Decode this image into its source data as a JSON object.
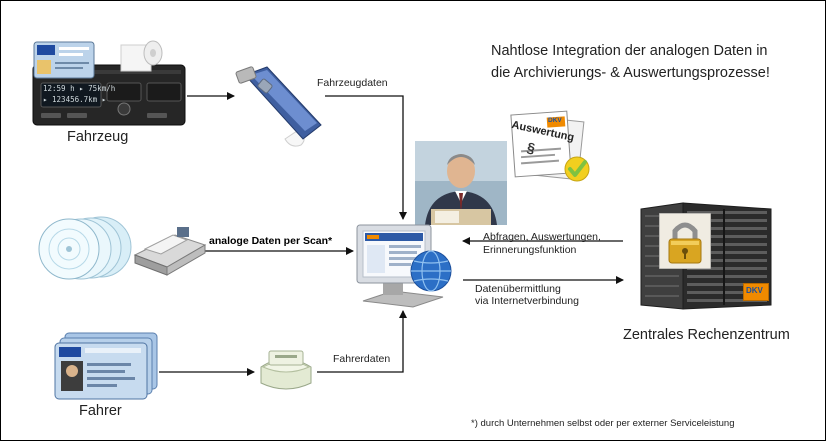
{
  "headline": {
    "line1": "Nahtlose Integration der analogen Daten in",
    "line2": "die Archivierungs- & Auswertungsprozesse!"
  },
  "nodes": {
    "vehicle_label": "Fahrzeug",
    "driver_label": "Fahrer",
    "datacenter_label": "Zentrales Rechenzentrum",
    "tachograph_display_line1": "12:59 h ▸ 75km/h",
    "tachograph_display_line2": "▸ 123456.7km ▸"
  },
  "edges": {
    "vehicle_data": "Fahrzeugdaten",
    "scan_data": "analoge Daten per Scan*",
    "driver_data": "Fahrerdaten",
    "queries_line1": "Abfragen, Auswertungen,",
    "queries_line2": "Erinnerungsfunktion",
    "transfer_line1": "Datenübermittlung",
    "transfer_line2": "via Internetverbindung"
  },
  "document": {
    "title": "Auswertung",
    "symbol": "§",
    "badge": "DKV"
  },
  "rack_badge": "DKV",
  "footnote": "*) durch Unternehmen selbst oder per externer Serviceleistung",
  "colors": {
    "line": "#111111",
    "dkv_orange": "#f08a00",
    "dkv_blue": "#1b4f9c",
    "check_green": "#7fc241",
    "check_yellow": "#f2cf1f"
  }
}
